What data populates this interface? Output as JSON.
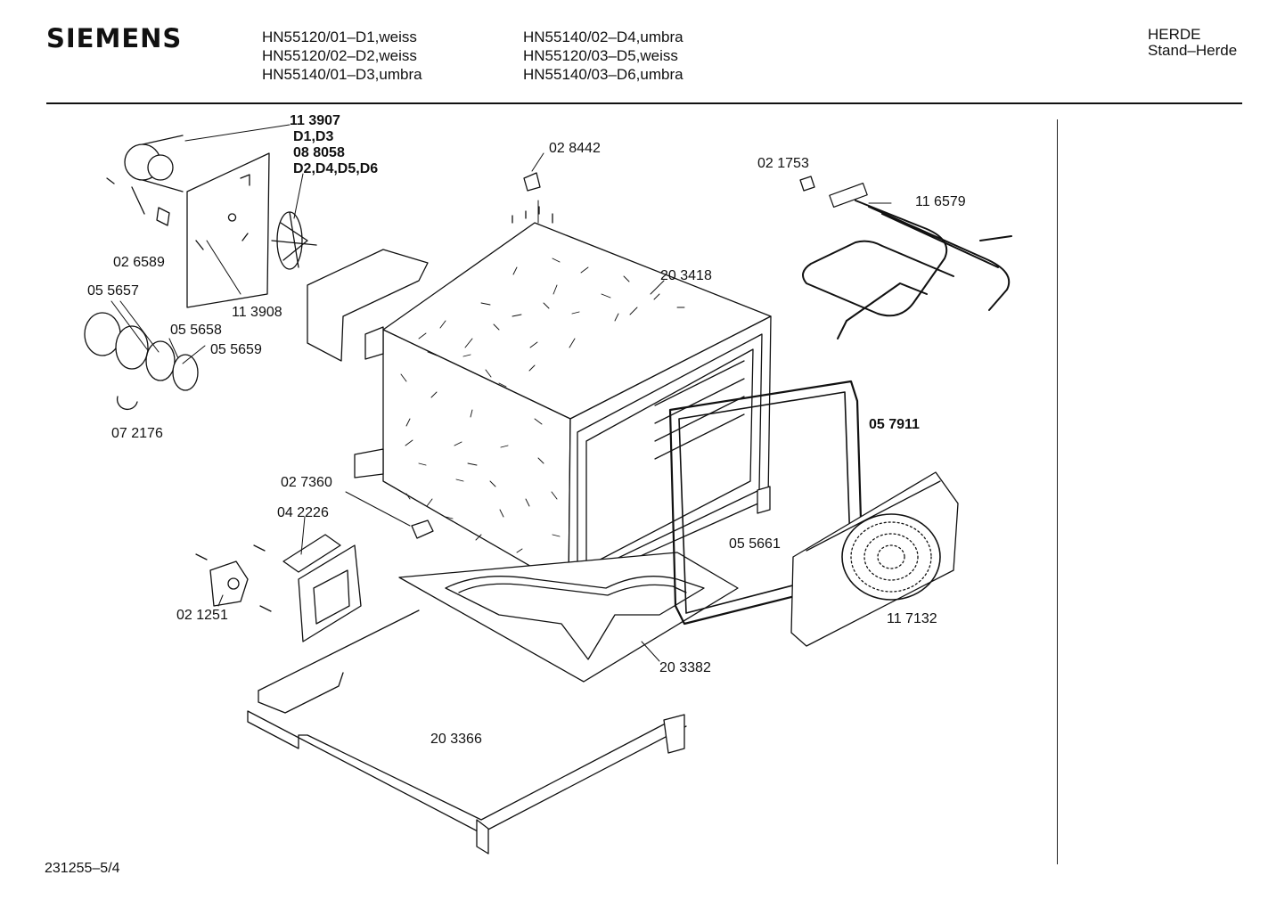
{
  "header": {
    "brand": "SIEMENS",
    "models_col1": [
      "HN55120/01–D1,weiss",
      "HN55120/02–D2,weiss",
      "HN55140/01–D3,umbra"
    ],
    "models_col2": [
      "HN55140/02–D4,umbra",
      "HN55120/03–D5,weiss",
      "HN55140/03–D6,umbra"
    ],
    "category": [
      "HERDE",
      "Stand–Herde"
    ]
  },
  "parts": [
    {
      "id": "p113907",
      "label": "11 3907",
      "bold": true
    },
    {
      "id": "pD1D3",
      "label": "D1,D3",
      "bold": true
    },
    {
      "id": "p088058",
      "label": "08 8058",
      "bold": true
    },
    {
      "id": "pD2",
      "label": "D2,D4,D5,D6",
      "bold": true
    },
    {
      "id": "p026589",
      "label": "02 6589",
      "bold": false
    },
    {
      "id": "p055657",
      "label": "05 5657",
      "bold": false
    },
    {
      "id": "p113908",
      "label": "11 3908",
      "bold": false
    },
    {
      "id": "p055658",
      "label": "05 5658",
      "bold": false
    },
    {
      "id": "p055659",
      "label": "05 5659",
      "bold": false
    },
    {
      "id": "p072176",
      "label": "07 2176",
      "bold": false
    },
    {
      "id": "p028442",
      "label": "02 8442",
      "bold": false
    },
    {
      "id": "p203418",
      "label": "20 3418",
      "bold": false
    },
    {
      "id": "p021753",
      "label": "02 1753",
      "bold": false
    },
    {
      "id": "p116579",
      "label": "11 6579",
      "bold": false
    },
    {
      "id": "p057911",
      "label": "05 7911",
      "bold": false
    },
    {
      "id": "p027360",
      "label": "02 7360",
      "bold": false
    },
    {
      "id": "p042226",
      "label": "04 2226",
      "bold": false
    },
    {
      "id": "p055661",
      "label": "05 5661",
      "bold": false
    },
    {
      "id": "p021251",
      "label": "02 1251",
      "bold": false
    },
    {
      "id": "p117132",
      "label": "11 7132",
      "bold": false
    },
    {
      "id": "p203382",
      "label": "20 3382",
      "bold": false
    },
    {
      "id": "p203366",
      "label": "20 3366",
      "bold": false
    }
  ],
  "footer": {
    "drawing_number": "231255–5/4"
  }
}
